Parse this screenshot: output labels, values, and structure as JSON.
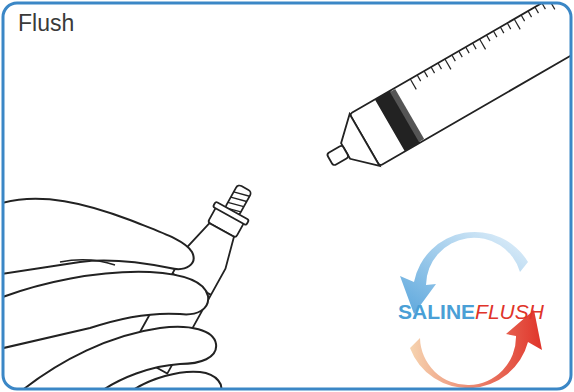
{
  "diagram": {
    "title": "Flush",
    "labels": [
      "SALINE",
      "FLUSH"
    ]
  }
}
